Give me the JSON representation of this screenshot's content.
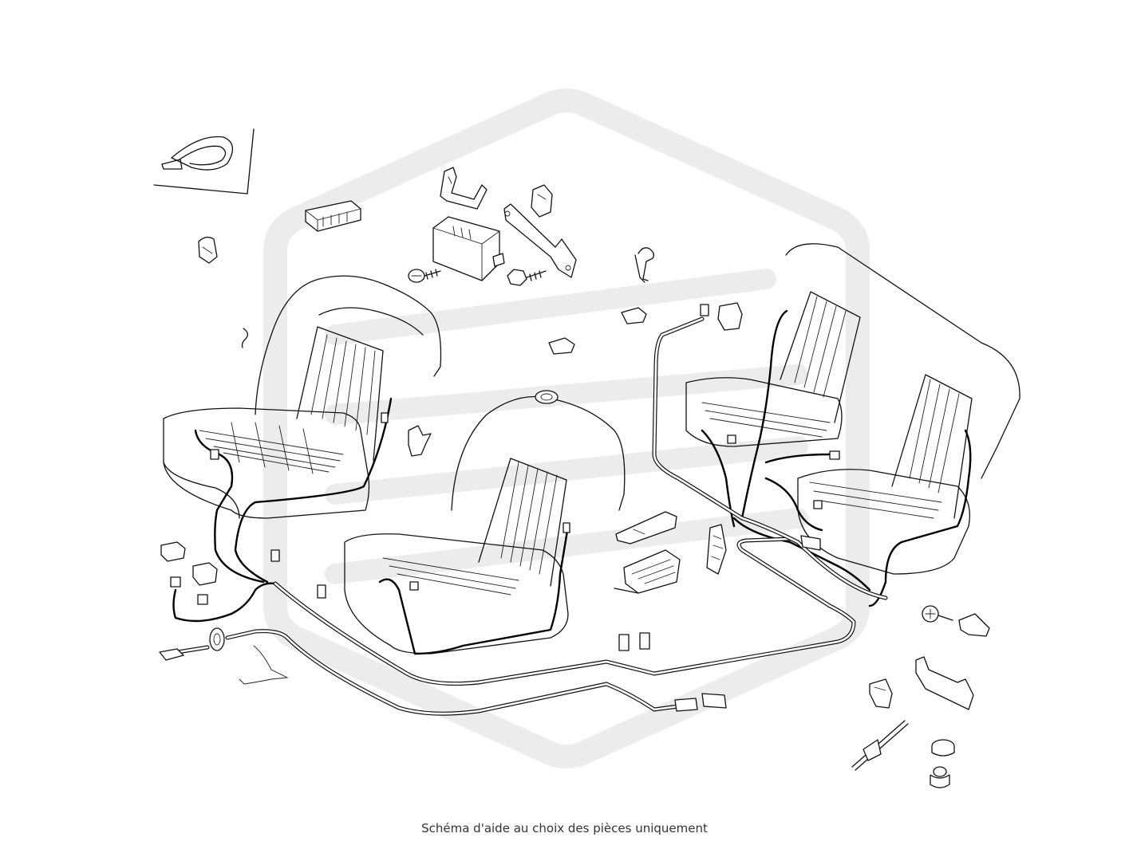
{
  "caption": "Schéma d'aide au choix des pièces uniquement",
  "watermark": {
    "shape": "rounded-hexagon-logo",
    "color": "#ececec"
  },
  "diagram": {
    "subject": "seat-heating-wiring-harness",
    "line_color": "#111111",
    "background": "#ffffff"
  }
}
